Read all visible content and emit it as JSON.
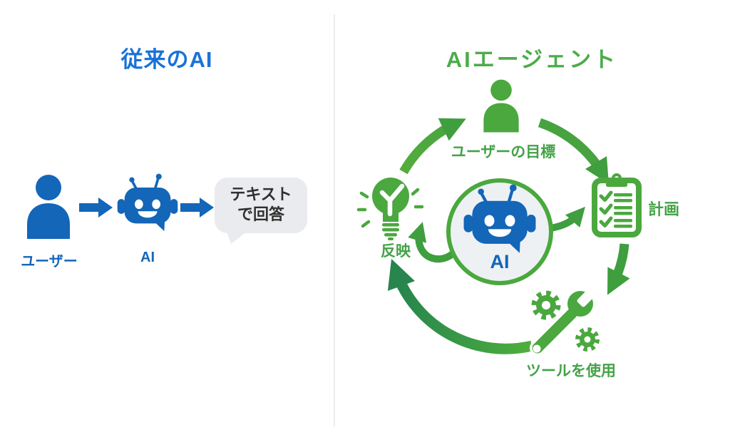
{
  "left_panel": {
    "title": "従来のAI",
    "user_label": "ユーザー",
    "ai_label": "AI",
    "bubble_line1": "テキスト",
    "bubble_line2": "で回答",
    "icons": [
      "user-icon",
      "arrow-right-icon",
      "robot-icon",
      "arrow-right-icon",
      "speech-bubble"
    ]
  },
  "right_panel": {
    "title": "AIエージェント",
    "goal_label": "ユーザーの目標",
    "plan_label": "計画",
    "tools_label": "ツールを使用",
    "reflect_label": "反映",
    "center_ai_label": "AI",
    "icons": [
      "user-icon",
      "clipboard-checklist-icon",
      "tools-icon",
      "lightbulb-check-icon",
      "robot-icon",
      "cycle-arrows"
    ]
  },
  "colors": {
    "blue": "#1366b8",
    "blue_title": "#1a72d8",
    "green": "#4aa83e",
    "green_title": "#4cac4b",
    "green_label": "#44a247",
    "green_dark": "#27854d",
    "bubble_bg": "#e9ebee",
    "bubble_text": "#303030",
    "circle_fill": "#eef1f4"
  }
}
